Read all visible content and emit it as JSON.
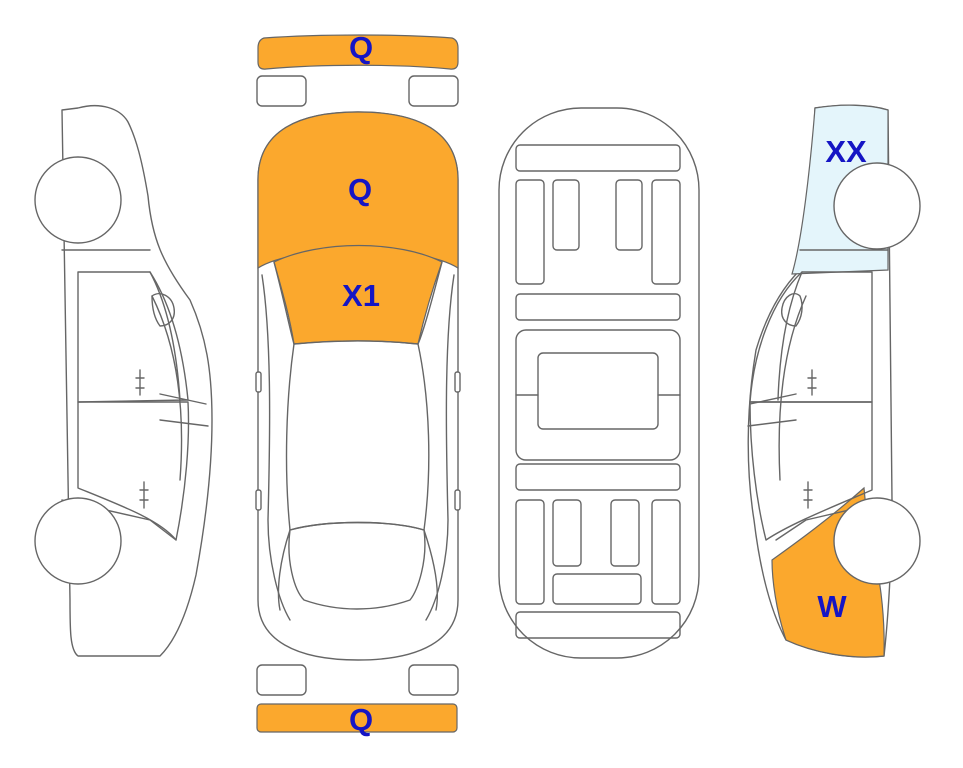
{
  "colors": {
    "damage_orange": "#FBA82D",
    "light_blue": "#E4F5FB",
    "label_blue": "#1515C4",
    "outline": "#666666"
  },
  "labels": {
    "front_bumper": "Q",
    "hood": "Q",
    "windshield": "X1",
    "rear_bumper": "Q",
    "right_front_fender": "XX",
    "right_rear_quarter": "W"
  }
}
